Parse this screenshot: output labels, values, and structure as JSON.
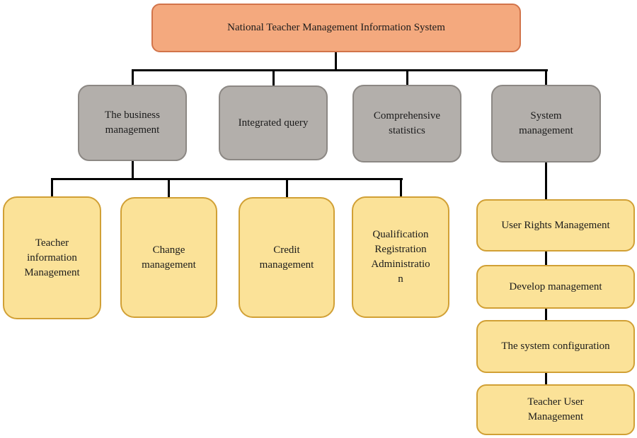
{
  "diagram": {
    "title": "National Teacher Management Information System hierarchy diagram",
    "root": {
      "label": "National Teacher Management Information System"
    },
    "level2": [
      {
        "label": "The business\nmanagement"
      },
      {
        "label": "Integrated query"
      },
      {
        "label": "Comprehensive\nstatistics"
      },
      {
        "label": "System\nmanagement"
      }
    ],
    "business_children": [
      {
        "label": "Teacher\ninformation\nManagement"
      },
      {
        "label": "Change\nmanagement"
      },
      {
        "label": "Credit\nmanagement"
      },
      {
        "label": "Qualification\nRegistration\nAdministratio\nn"
      }
    ],
    "system_children": [
      {
        "label": "User Rights Management"
      },
      {
        "label": "Develop management"
      },
      {
        "label": "The system configuration"
      },
      {
        "label": "Teacher User\nManagement"
      }
    ],
    "colors": {
      "root_fill": "#f4a97e",
      "root_border": "#d2744a",
      "gray_fill": "#b3afab",
      "gray_border": "#8c8884",
      "yellow_fill": "#fbe298",
      "yellow_border": "#d1a035",
      "line_color": "#000000",
      "background": "#ffffff",
      "text": "#1b1b1b"
    }
  }
}
